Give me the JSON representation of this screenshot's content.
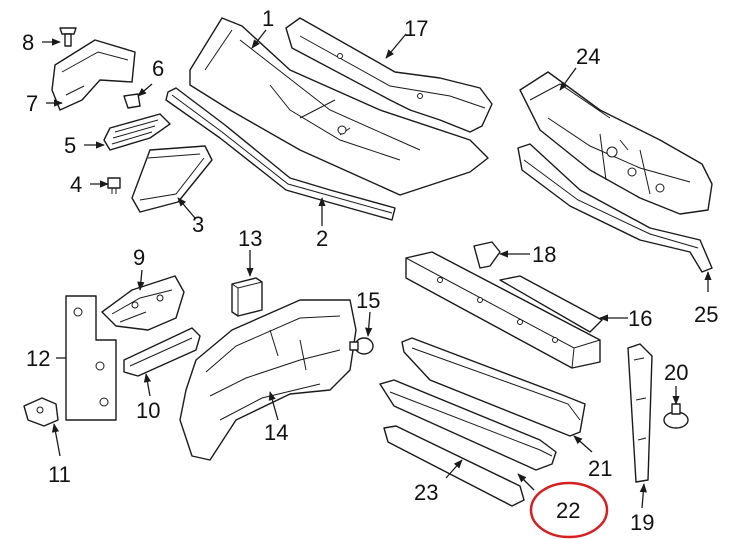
{
  "colors": {
    "line": "#1a1a1a",
    "label": "#111111",
    "highlight": "#d42020",
    "background": "#ffffff"
  },
  "labels": {
    "p1": "1",
    "p2": "2",
    "p3": "3",
    "p4": "4",
    "p5": "5",
    "p6": "6",
    "p7": "7",
    "p8": "8",
    "p9": "9",
    "p10": "10",
    "p11": "11",
    "p12": "12",
    "p13": "13",
    "p14": "14",
    "p15": "15",
    "p16": "16",
    "p17": "17",
    "p18": "18",
    "p19": "19",
    "p20": "20",
    "p21": "21",
    "p22": "22",
    "p23": "23",
    "p24": "24",
    "p25": "25"
  },
  "highlighted_part": "22"
}
